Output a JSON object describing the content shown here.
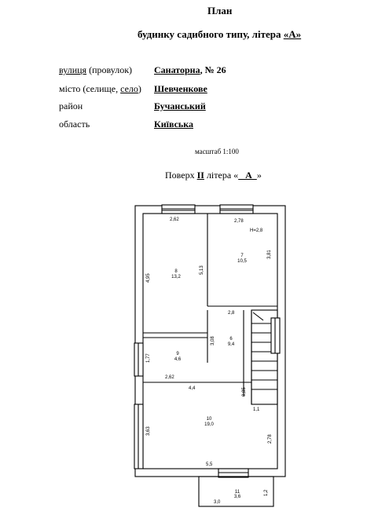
{
  "header": {
    "title": "План",
    "subtitle_prefix": "будинку садибного типу, літера ",
    "subtitle_letter": "«А»"
  },
  "address": {
    "street_label_u": "вулиця",
    "street_label_rest": " (провулок)",
    "street_value": "Санаторна",
    "street_number": ",  № 26",
    "city_label_a": "місто (селище, ",
    "city_label_u": "село",
    "city_label_b": ")",
    "city_value": "Шевченкове",
    "district_label": "район",
    "district_value": "Бучанський",
    "region_label": "область",
    "region_value": "Київська"
  },
  "scale": "масштаб 1:100",
  "floor": {
    "prefix": "Поверх ",
    "num": "II",
    "mid": " літера «",
    "letter": "   А  ",
    "suffix": "»"
  },
  "plan": {
    "rooms": [
      {
        "num": "8",
        "area": "13,2"
      },
      {
        "num": "7",
        "area": "10,5"
      },
      {
        "num": "6",
        "area": "9,4"
      },
      {
        "num": "9",
        "area": "4,6"
      },
      {
        "num": "10",
        "area": "19,0"
      },
      {
        "num": "11",
        "area": "3,6"
      }
    ],
    "dims": [
      "2,62",
      "2,78",
      "H=2,8",
      "4,95",
      "5,13",
      "3,81",
      "2,8",
      "3,08",
      "1,77",
      "2,62",
      "4,4",
      "0,85",
      "1,1",
      "3,63",
      "2,78",
      "5,5",
      "1,2",
      "3,0"
    ]
  }
}
